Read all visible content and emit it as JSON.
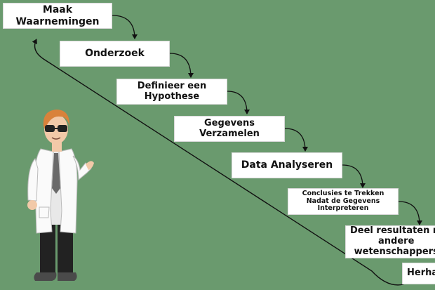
{
  "colors": {
    "background": "#6a9a6e",
    "box_fill": "#ffffff",
    "line": "#111111"
  },
  "steps": [
    {
      "label": "Maak Waarnemingen"
    },
    {
      "label": "Onderzoek"
    },
    {
      "label": "Definieer een\nHypothese"
    },
    {
      "label": "Gegevens\nVerzamelen"
    },
    {
      "label": "Data Analyseren"
    },
    {
      "label": "Conclusies te Trekken\nNadat de Gegevens\nInterpreteren"
    },
    {
      "label": "Deel resultaten m\nandere\nwetenschappers"
    },
    {
      "label": "Herha"
    }
  ],
  "figure": {
    "name": "scientist-character"
  }
}
